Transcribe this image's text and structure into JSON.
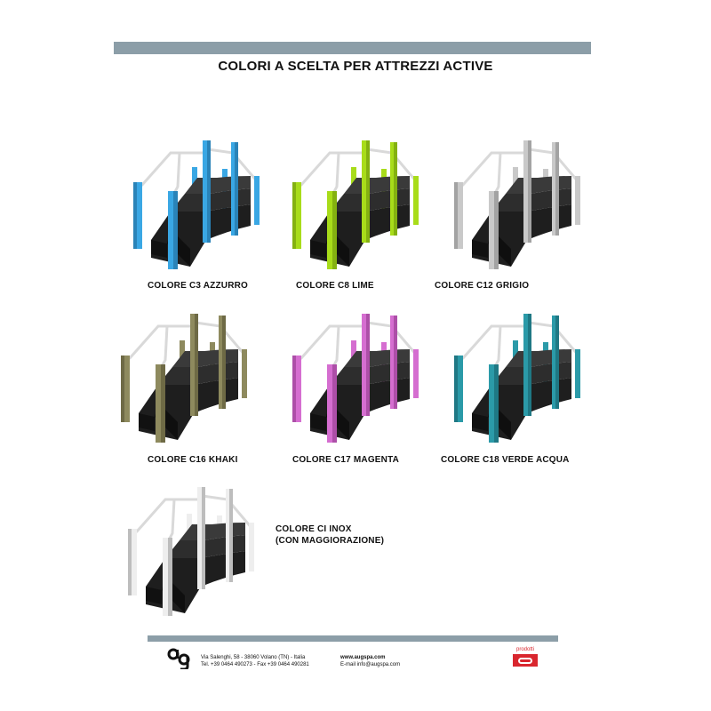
{
  "page": {
    "title": "COLORI A SCELTA PER ATTREZZI ACTIVE"
  },
  "products": [
    {
      "label": "COLORE C3 AZZURRO",
      "color": "#3aa7e4",
      "shade": "#2a83b8",
      "rail": "#d9d9d9",
      "icon": "staircase-image"
    },
    {
      "label": "COLORE C8 LIME",
      "color": "#a8dc1a",
      "shade": "#84b111",
      "rail": "#d9d9d9",
      "icon": "staircase-image"
    },
    {
      "label": "COLORE C12 GRIGIO",
      "color": "#c9c9c9",
      "shade": "#a3a3a3",
      "rail": "#d9d9d9",
      "icon": "staircase-image"
    },
    {
      "label": "COLORE C16 KHAKI",
      "color": "#8e8a5e",
      "shade": "#6e6a45",
      "rail": "#d9d9d9",
      "icon": "staircase-image"
    },
    {
      "label": "COLORE C17 MAGENTA",
      "color": "#d56ed0",
      "shade": "#ad4fa8",
      "rail": "#d9d9d9",
      "icon": "staircase-image"
    },
    {
      "label": "COLORE C18 VERDE ACQUA",
      "color": "#2b9aa8",
      "shade": "#1f7884",
      "rail": "#d9d9d9",
      "icon": "staircase-image"
    },
    {
      "label": "COLORE CI INOX",
      "label2": "(CON MAGGIORAZIONE)",
      "color": "#eeeeee",
      "shade": "#bdbdbd",
      "rail": "#d9d9d9",
      "icon": "staircase-image"
    }
  ],
  "footer": {
    "logo": "ag",
    "address_line1": "Via Salenghi, 58 - 38060 Volano (TN) - Italia",
    "address_line2": "Tel. +39 0464 490273 - Fax +39 0464 490281",
    "website": "www.augspa.com",
    "email": "E-mail info@augspa.com",
    "badge_label": "prodotti",
    "badge_color": "#d9262e"
  }
}
